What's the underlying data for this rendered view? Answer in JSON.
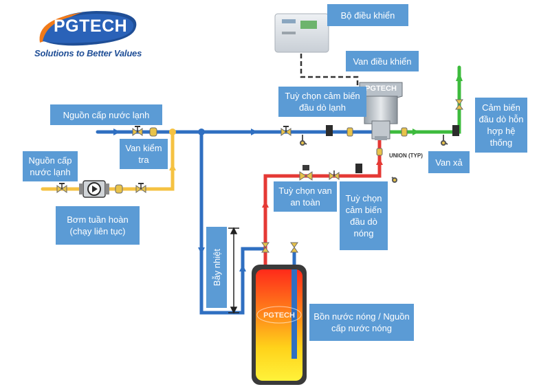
{
  "logo": {
    "brand": "PGTECH",
    "tagline": "Solutions to Better Values"
  },
  "labels": {
    "controller": "Bộ điều khiển",
    "control_valve": "Van điều khiển",
    "cold_sensor_option": "Tuỳ chọn cảm biến đầu dò lạnh",
    "cold_supply_top": "Nguồn cấp nước lạnh",
    "check_valve": "Van kiểm tra",
    "cold_supply_left": "Nguồn cấp nước lạnh",
    "mix_sensor": "Cảm biến đầu dò hỗn hợp hệ thống",
    "drain_valve": "Van xả",
    "safety_valve_option": "Tuỳ chọn van an toàn",
    "hot_sensor_option": "Tuỳ chọn cảm biến đầu dò nóng",
    "circ_pump": "Bơm tuần hoàn (chạy liên tục)",
    "heat_trap": "Bẫy nhiệt",
    "water_heater": "Bồn nước nóng / Nguồn cấp nước nóng",
    "union_typ": "UNION (TYP)",
    "tank_brand": "PGTECH",
    "valve_brand": "PGTECH"
  },
  "colors": {
    "cold_pipe": "#2f6fc1",
    "hot_pipe": "#e53935",
    "mixed_pipe": "#3dbb3d",
    "return_pipe": "#f5c242",
    "label_bg": "#5b9bd5",
    "logo_orange": "#f07a1a",
    "logo_blue": "#1f4e96"
  }
}
